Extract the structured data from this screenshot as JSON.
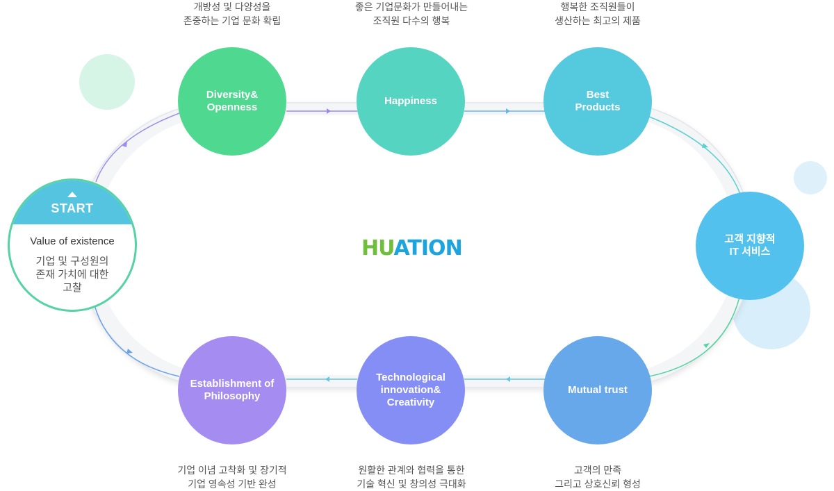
{
  "logo": {
    "part1": "HU",
    "part2": "ATION"
  },
  "start": {
    "label": "START",
    "title": "Value of existence",
    "description": "기업 및 구성원의\n존재 가치에 대한\n고찰"
  },
  "nodes": [
    {
      "label": "Diversity&\nOpenness",
      "description": "개방성 및 다양성을\n존중하는 기업 문화 확립",
      "color": "#4fd88f"
    },
    {
      "label": "Happiness",
      "description": "좋은 기업문화가 만들어내는\n조직원 다수의 행복",
      "color": "#55d4c1"
    },
    {
      "label": "Best\nProducts",
      "description": "행복한 조직원들이\n생산하는 최고의 제품",
      "color": "#55c9dd"
    },
    {
      "label": "고객 지향적\nIT 서비스",
      "description": "",
      "color": "#52c1ee"
    },
    {
      "label": "Mutual trust",
      "description": "고객의 만족\n그리고 상호신뢰 형성",
      "color": "#66a8ea"
    },
    {
      "label": "Technological\ninnovation&\nCreativity",
      "description": "원활한 관계와 협력을 통한\n기술 혁신 및 창의성 극대화",
      "color": "#858ef5"
    },
    {
      "label": "Establishment of\nPhilosophy",
      "description": "기업 이념 고착화 및 장기적\n기업 영속성 기반 완성",
      "color": "#a58cf0"
    }
  ]
}
